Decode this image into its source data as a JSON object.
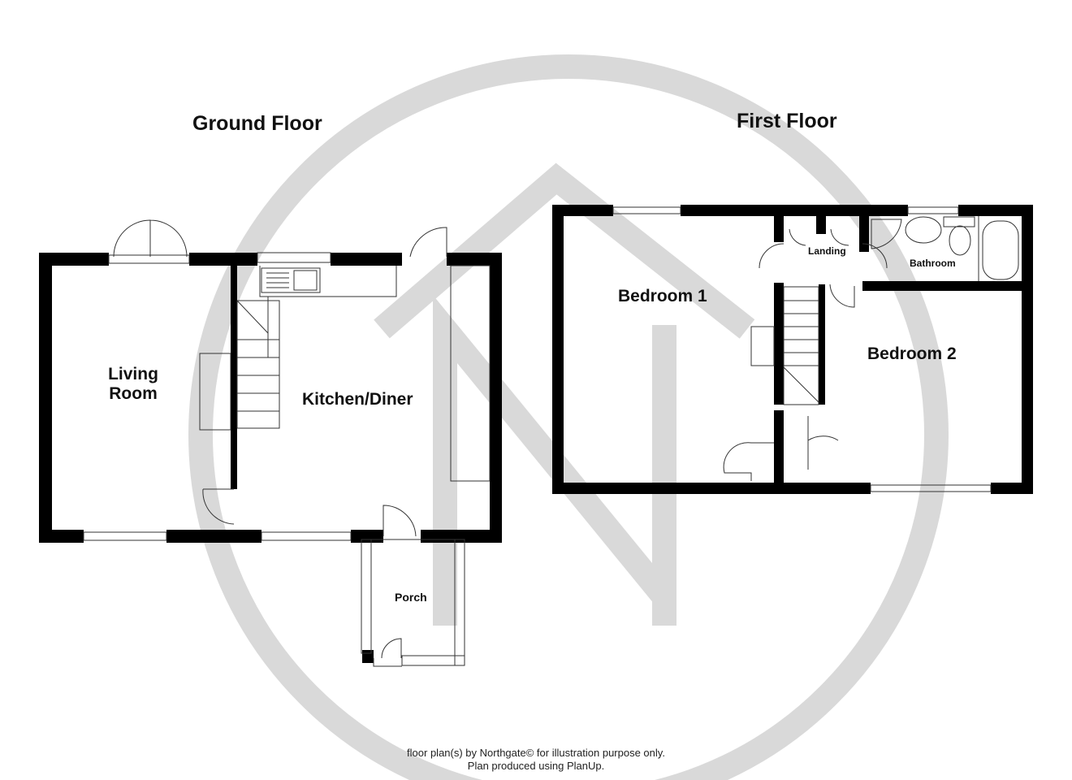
{
  "floors": [
    {
      "title": "Ground Floor",
      "rooms": [
        "Living Room",
        "Kitchen/Diner",
        "Porch"
      ]
    },
    {
      "title": "First Floor",
      "rooms": [
        "Bedroom 1",
        "Landing",
        "Bathroom",
        "Bedroom 2"
      ]
    }
  ],
  "footer": {
    "line1": "floor plan(s) by Northgate© for illustration purpose only.",
    "line2": "Plan produced using PlanUp."
  },
  "colors": {
    "wall": "#000000",
    "watermark": "#d9d9d9"
  }
}
